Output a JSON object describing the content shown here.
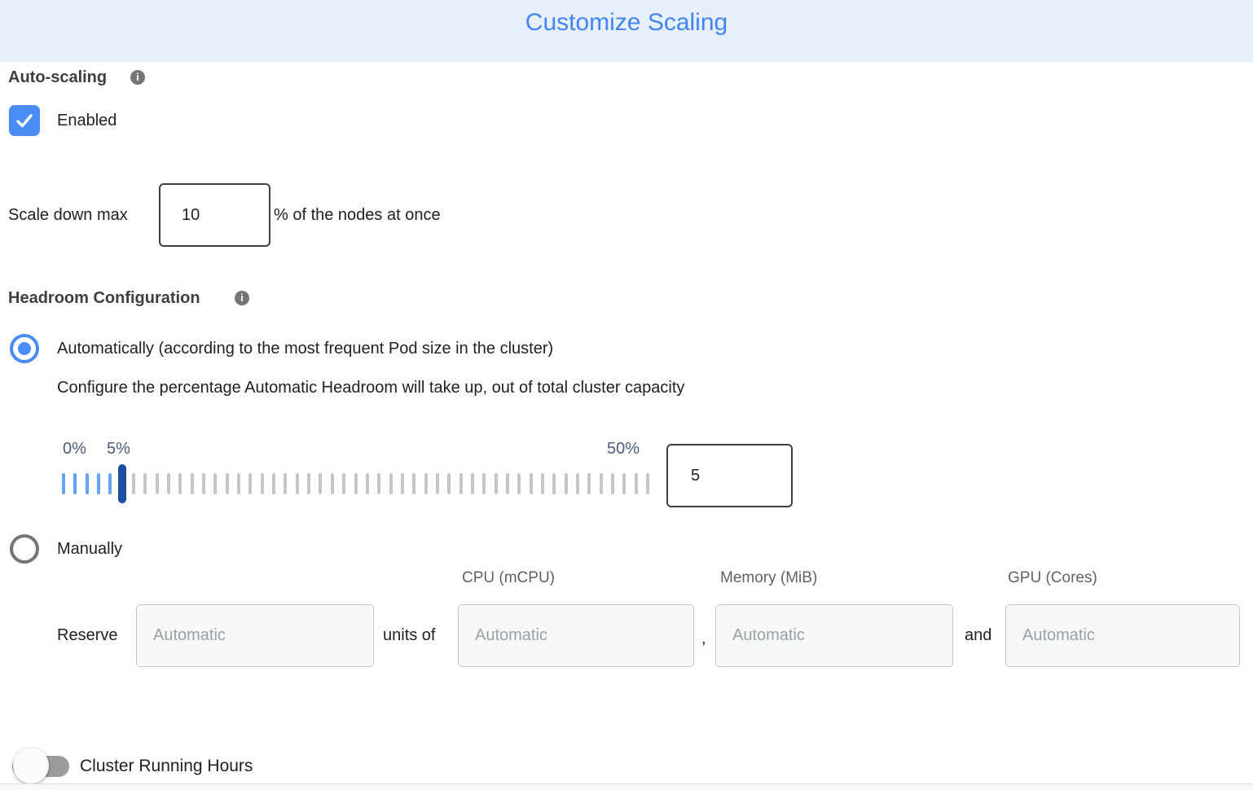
{
  "header": {
    "title": "Customize Scaling"
  },
  "auto_scaling": {
    "label": "Auto-scaling",
    "enabled_label": "Enabled",
    "enabled": true
  },
  "scale_down": {
    "prefix": "Scale down max",
    "value": "10",
    "suffix": "% of the nodes at once"
  },
  "headroom": {
    "label": "Headroom Configuration",
    "auto_option_label": "Automatically (according to the most frequent Pod size in the cluster)",
    "auto_description": "Configure the percentage Automatic Headroom will take up, out of total cluster capacity",
    "selected_option": "automatic",
    "slider": {
      "min_label": "0%",
      "current_label": "5%",
      "max_label": "50%",
      "min": 0,
      "max": 50,
      "current": 5,
      "tick_count": 51,
      "value": "5"
    },
    "manual_option_label": "Manually"
  },
  "reserve": {
    "label": "Reserve",
    "units_of_label": "units of",
    "comma": ",",
    "and_label": "and",
    "columns": [
      "CPU (mCPU)",
      "Memory (MiB)",
      "GPU (Cores)"
    ],
    "placeholders": [
      "Automatic",
      "Automatic",
      "Automatic",
      "Automatic"
    ]
  },
  "cluster_running_hours": {
    "label": "Cluster Running Hours",
    "enabled": false
  },
  "icons": {
    "info": "i",
    "checkmark": "check-icon"
  },
  "colors": {
    "header_bg": "#e7eefc",
    "title_blue": "#4285f4",
    "accent_blue": "#4a8cf5",
    "tick_blue": "#66a4f7",
    "tick_gray": "#c6c6c6",
    "thumb_navy": "#1d4fa0",
    "slider_label": "#4b5c7c",
    "toggle_track_gray": "#9c9c9c"
  }
}
